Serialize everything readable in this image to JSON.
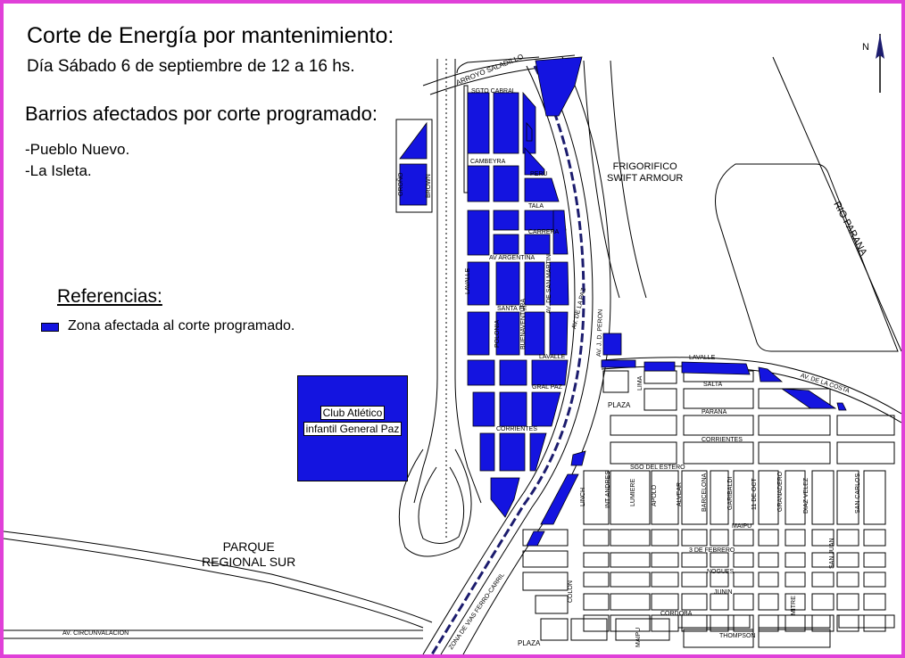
{
  "map": {
    "title": "Corte de Energía por mantenimiento:",
    "subtitle": "Día Sábado 6 de septiembre de 12 a 16 hs.",
    "barrios_heading": "Barrios afectados por corte programado:",
    "barrios": [
      "-Pueblo Nuevo.",
      "-La Isleta."
    ],
    "legend": {
      "heading": "Referencias:",
      "item": "Zona afectada al corte programado."
    },
    "club": [
      "Club Atlético",
      "infantil General Paz"
    ],
    "places": {
      "frigorifico": [
        "FRIGORIFICO",
        "SWIFT ARMOUR"
      ],
      "parque": [
        "PARQUE",
        "REGIONAL SUR"
      ],
      "rio": "RIO PARANA",
      "arroyo": "ARROYO SALADILLO",
      "plaza_1": "PLAZA",
      "plaza_2": "PLAZA"
    },
    "north": "N",
    "colors": {
      "affected": "#1414e0",
      "frame": "#e040d8",
      "rail": "#1c1c6e"
    },
    "streets": {
      "sgto_cabral": "SGTO CABRAL",
      "cambeyra": "CAMBEYRA",
      "peru": "PERU",
      "tala": "TALA",
      "carrera": "CARRERA",
      "av_argentina": "AV ARGENTINA",
      "santa_fe": "SANTA FE",
      "lavalle": "LAVALLE",
      "gral_paz": "GRAL PAZ",
      "corrientes": "CORRIENTES",
      "lavalle_2": "LAVALLE",
      "salta": "SALTA",
      "parana": "PARANA",
      "corrientes_2": "CORRIENTES",
      "sgo_del_estero": "SGO DEL ESTERO",
      "maipu": "MAIPU",
      "tres_de_febrero": "3 DE FEBRERO",
      "nogues": "NOGUES",
      "junin": "JUNIN",
      "cordoba": "CORDOBA",
      "thompson": "THOMPSON",
      "av_de_la_costa": "AV. DE LA COSTA",
      "oroño": "OROÑO",
      "brown": "BROWN",
      "lavalle_v": "LAVALLE",
      "polonia": "POLONIA",
      "buenaventura": "BUENAVENTURA",
      "av_san_martin": "AV. DE SAN MARTIN",
      "av_de_la_paz": "AV. DE LA PAZ",
      "av_peron": "AV. J. D. PERON",
      "lima": "LIMA",
      "linch": "LINCH",
      "int_andres": "INT ANDRES",
      "lumiere": "LUMIERE",
      "apolo": "APOLO",
      "alvear": "ALVEAR",
      "barcelona": "BARCELONA",
      "garibaldi": "GARIBALDI",
      "doggi": "11 DE OCT",
      "granadero": "GRANADERO",
      "diaz_velez": "DIAZ VELEZ",
      "san_carlos": "SAN CARLOS",
      "san_juan": "SAN JUAN",
      "colon": "COLON",
      "maipu_v": "MAIPU",
      "mitre": "MITRE",
      "av_circunvalacion": "AV. CIRCUNVALACION",
      "zona_vias": "ZONA DE VIAS FERRO-CARRIL"
    }
  }
}
